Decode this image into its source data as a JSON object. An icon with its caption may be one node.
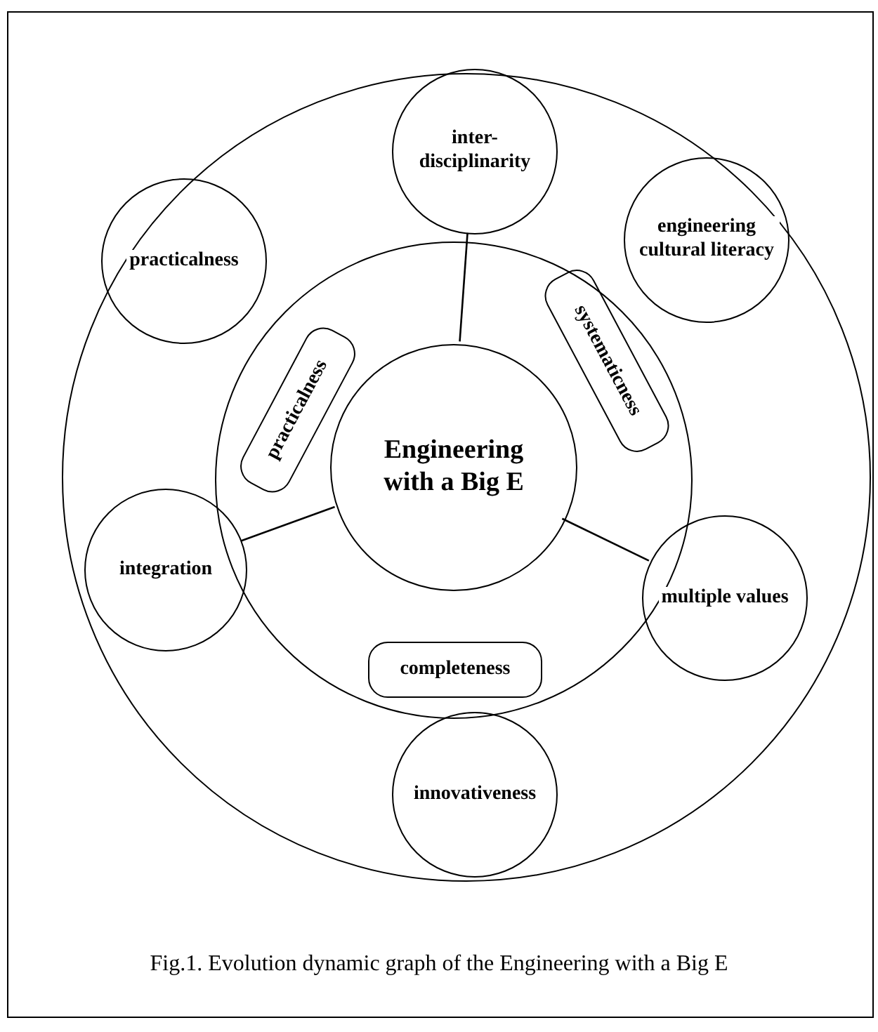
{
  "diagram": {
    "caption": "Fig.1. Evolution dynamic graph of the Engineering with a Big E",
    "nodes": [
      {
        "text": [],
        "shape": "circle"
      },
      {
        "text": [
          "inter-disciplinarity"
        ],
        "in": 0
      },
      {
        "text": [
          "engineering cultural literacy"
        ],
        "in": 0
      },
      {
        "text": [
          "practicalness"
        ],
        "in": 0
      },
      {
        "text": [],
        "shape": "circle",
        "in": 0
      },
      {
        "text": [
          "practicalness"
        ],
        "in": 4
      },
      {
        "text": [
          "systematicness"
        ],
        "in": 4
      },
      {
        "text": [
          "Engineering with a Big E"
        ],
        "in": 4
      },
      {
        "text": [
          "integration"
        ],
        "in": 0
      },
      {
        "text": [
          "multiple values"
        ],
        "in": 0
      },
      {
        "text": [
          "completeness"
        ],
        "in": 4
      },
      {
        "text": [
          "innovativeness"
        ],
        "in": 0
      }
    ],
    "edges": [
      {
        "from": 7,
        "to": 1,
        "arrow": "none"
      },
      {
        "from": 7,
        "to": 8,
        "arrow": "none"
      },
      {
        "from": 7,
        "to": 9,
        "arrow": "none"
      }
    ]
  }
}
